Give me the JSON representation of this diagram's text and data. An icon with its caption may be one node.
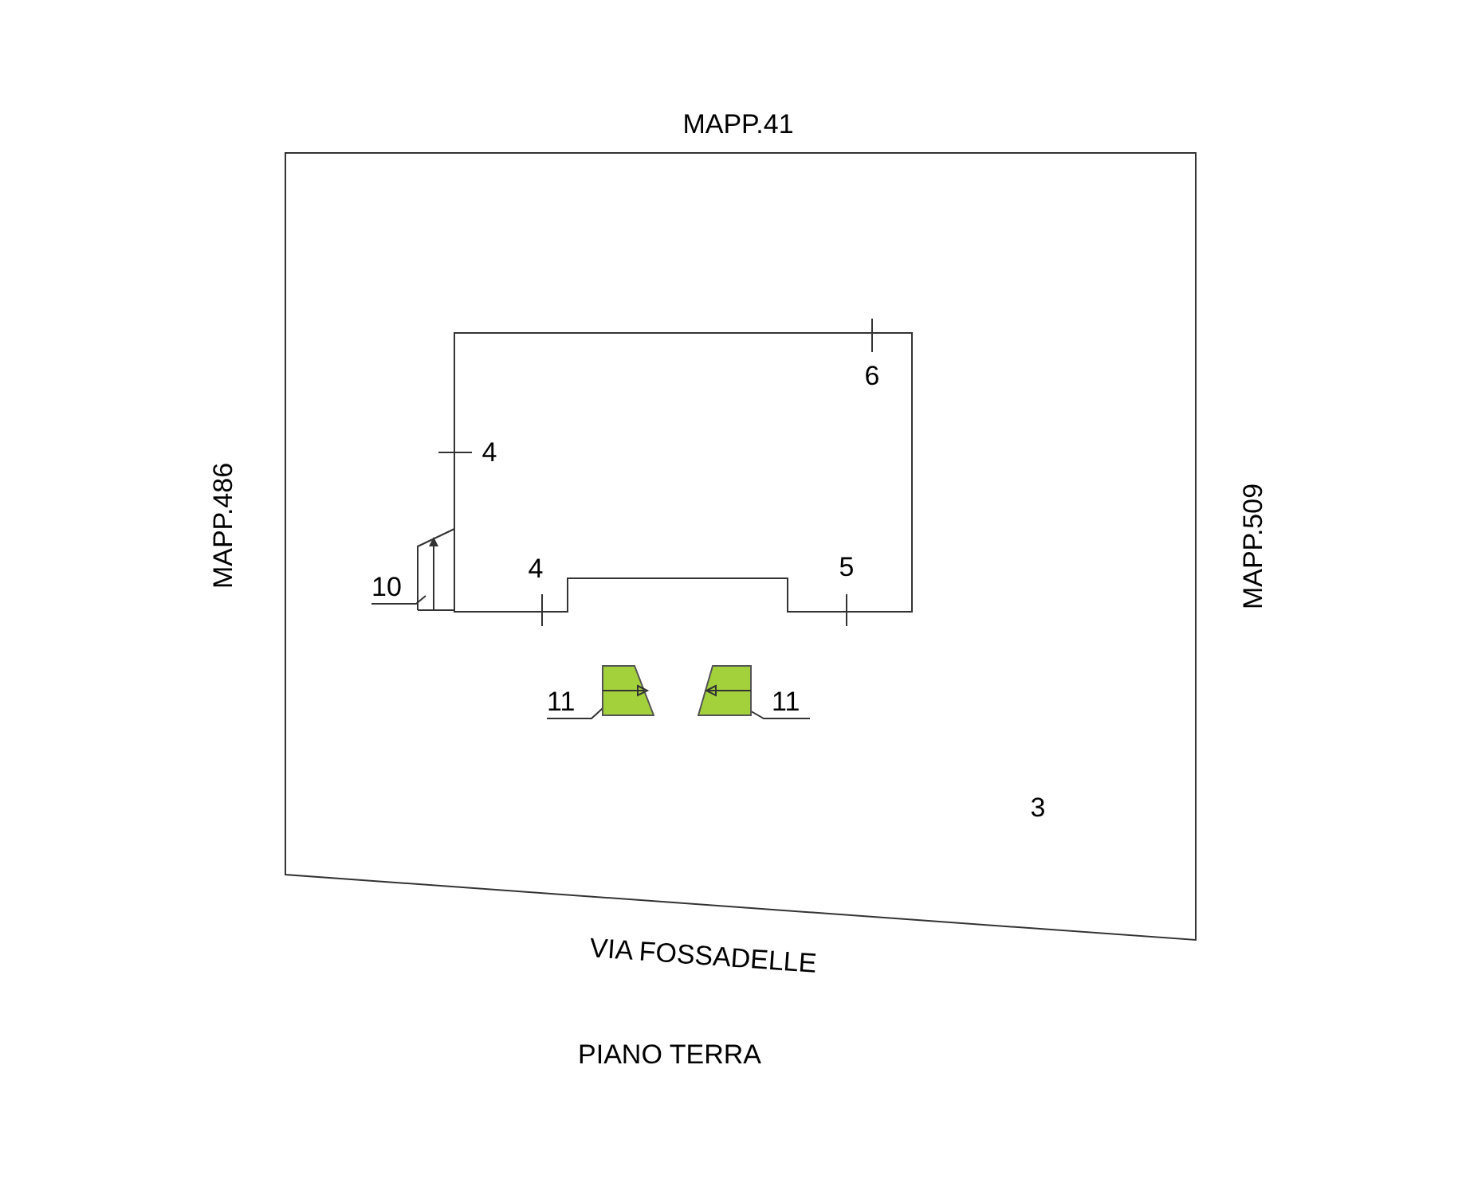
{
  "diagram": {
    "caption": "PIANO TERRA",
    "nodes": [
      {
        "text": [
          "10"
        ]
      },
      {
        "text": [],
        "shape": "box"
      },
      {
        "text": [
          "11"
        ]
      },
      {
        "text": [],
        "shape": "trapezoid"
      },
      {
        "text": [
          "11"
        ]
      },
      {
        "text": [],
        "shape": "trapezoid"
      }
    ],
    "edges": [
      {
        "from": 0,
        "to": 1,
        "arrow": "none"
      },
      {
        "from": 2,
        "to": 3,
        "arrow": "none"
      },
      {
        "from": 4,
        "to": 5,
        "arrow": "none"
      }
    ],
    "labels": [
      "MAPP.41",
      "6",
      "4",
      "MAPP.486",
      "MAPP.509",
      "4",
      "5",
      "3",
      "VIA FOSSADELLE"
    ]
  }
}
